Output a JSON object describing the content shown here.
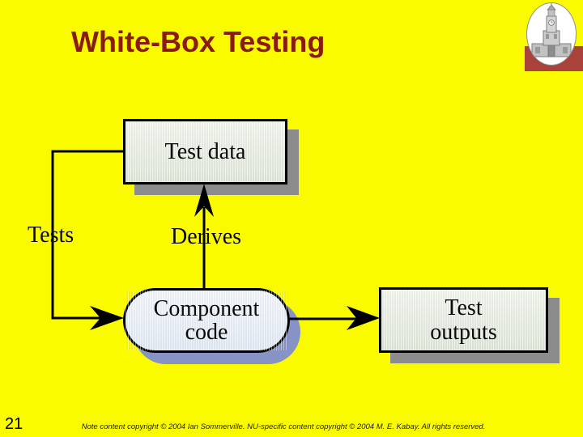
{
  "slide": {
    "title": "White-Box Testing",
    "page_number": "21",
    "footer_note": "Note content copyright © 2004 Ian Sommerville.  NU-specific content copyright © 2004 M. E. Kabay.  All rights reserved.",
    "background_color": "#FBFB00",
    "title_color": "#8B1A12"
  },
  "logo": {
    "description": "clock-tower-building-emblem",
    "band_color": "#A94238",
    "oval_fill": "#FFFFFF"
  },
  "diagram": {
    "test_data": {
      "label": "Test data",
      "shape": "rectangle",
      "fill": "#E8EEE2",
      "shadow_color": "#8C8C8C"
    },
    "component": {
      "line1": "Component",
      "line2": "code",
      "shape": "rounded-pill",
      "fill": "#EAF0F9",
      "shadow_color": "#8793C5"
    },
    "outputs": {
      "line1": "Test",
      "line2": "outputs",
      "shape": "rectangle",
      "fill": "#E8EEE2",
      "shadow_color": "#8C8C8C"
    },
    "edge_labels": {
      "tests": "Tests",
      "derives": "Derives"
    },
    "connector_color": "#000000"
  }
}
